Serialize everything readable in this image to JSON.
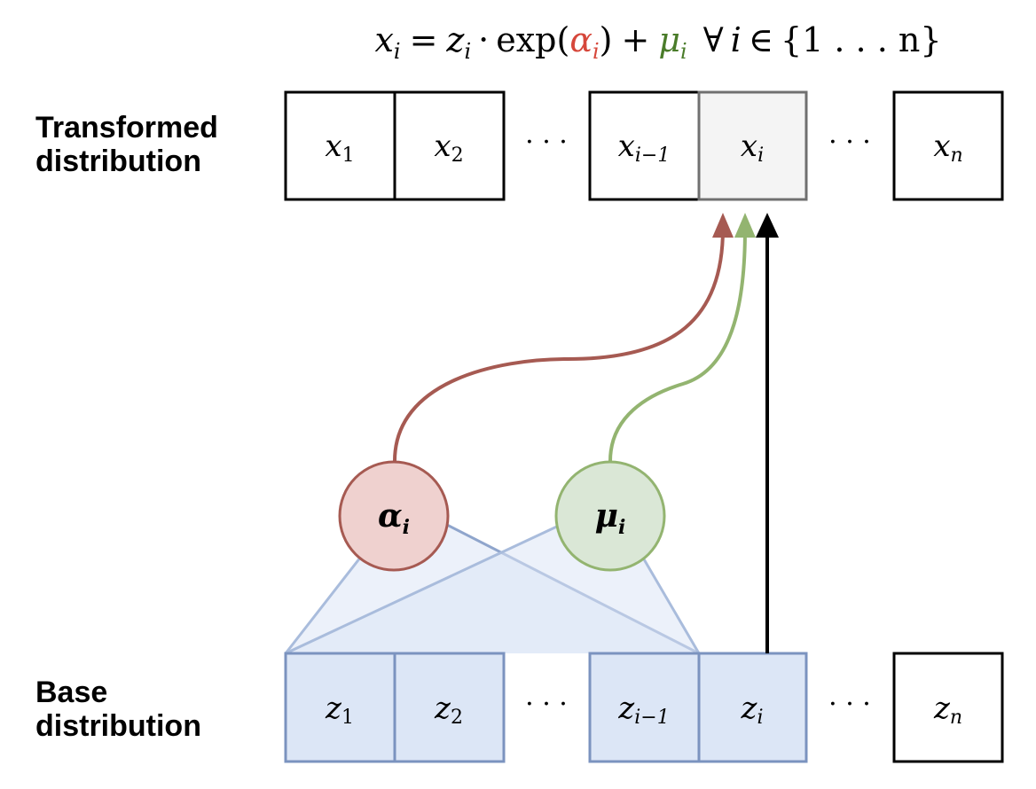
{
  "equation": {
    "lhs": "x",
    "lhs_sub": "i",
    "equals": "=",
    "z": "z",
    "z_sub": "i",
    "dot": "·",
    "exp": "exp(",
    "alpha": "α",
    "alpha_sub": "i",
    "close": ")",
    "plus": "+",
    "mu": "μ",
    "mu_sub": "i",
    "forall": "∀",
    "i": "i",
    "in": "∈",
    "set": "{1 . . . n}"
  },
  "colors": {
    "alpha_text": "#d6473b",
    "mu_text": "#4a7c2a",
    "alpha_stroke": "#a65a52",
    "alpha_fill": "#efd1cf",
    "mu_stroke": "#93b470",
    "mu_fill": "#dae7d6",
    "base_stroke": "#7b93bf",
    "base_fill": "#dce6f6",
    "highlight_fill": "#f4f4f4",
    "highlight_stroke": "#707070"
  },
  "rows": {
    "transformed_label_line1": "Transformed",
    "transformed_label_line2": "distribution",
    "base_label_line1": "Base",
    "base_label_line2": "distribution"
  },
  "transformed": [
    {
      "var": "x",
      "sub": "1"
    },
    {
      "var": "x",
      "sub": "2"
    },
    {
      "var": "x",
      "sub": "i−1"
    },
    {
      "var": "x",
      "sub": "i"
    },
    {
      "var": "x",
      "sub": "n"
    }
  ],
  "base": [
    {
      "var": "z",
      "sub": "1"
    },
    {
      "var": "z",
      "sub": "2"
    },
    {
      "var": "z",
      "sub": "i−1"
    },
    {
      "var": "z",
      "sub": "i"
    },
    {
      "var": "z",
      "sub": "n"
    }
  ],
  "ellipsis": "· · ·",
  "nodes": {
    "alpha": {
      "var": "α",
      "sub": "i"
    },
    "mu": {
      "var": "μ",
      "sub": "i"
    }
  }
}
